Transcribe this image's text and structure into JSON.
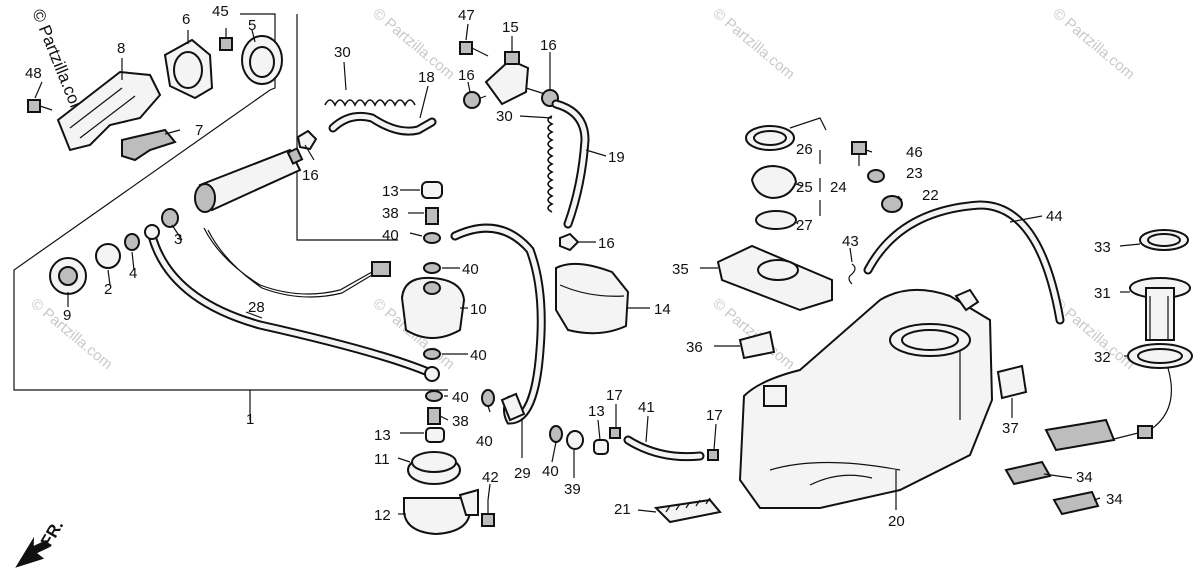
{
  "copyright": "© Partzilla.com",
  "watermark_text": "© Partzilla.com",
  "front_indicator": "FR.",
  "callouts": {
    "c1": "1",
    "c2": "2",
    "c3": "3",
    "c4": "4",
    "c5": "5",
    "c6": "6",
    "c7": "7",
    "c8": "8",
    "c9": "9",
    "c10": "10",
    "c11": "11",
    "c12": "12",
    "c13a": "13",
    "c13b": "13",
    "c13c": "13",
    "c14": "14",
    "c15": "15",
    "c16a": "16",
    "c16b": "16",
    "c16c": "16",
    "c16d": "16",
    "c17a": "17",
    "c17b": "17",
    "c18": "18",
    "c19": "19",
    "c20": "20",
    "c21": "21",
    "c22": "22",
    "c23": "23",
    "c24": "24",
    "c25": "25",
    "c26": "26",
    "c27": "27",
    "c28": "28",
    "c29": "29",
    "c30a": "30",
    "c30b": "30",
    "c31": "31",
    "c32": "32",
    "c33": "33",
    "c34a": "34",
    "c34b": "34",
    "c35": "35",
    "c36": "36",
    "c37": "37",
    "c38a": "38",
    "c38b": "38",
    "c39": "39",
    "c40a": "40",
    "c40b": "40",
    "c40c": "40",
    "c40d": "40",
    "c40e": "40",
    "c40f": "40",
    "c41": "41",
    "c42": "42",
    "c43": "43",
    "c44": "44",
    "c45": "45",
    "c46": "46",
    "c47": "47",
    "c48": "48"
  }
}
